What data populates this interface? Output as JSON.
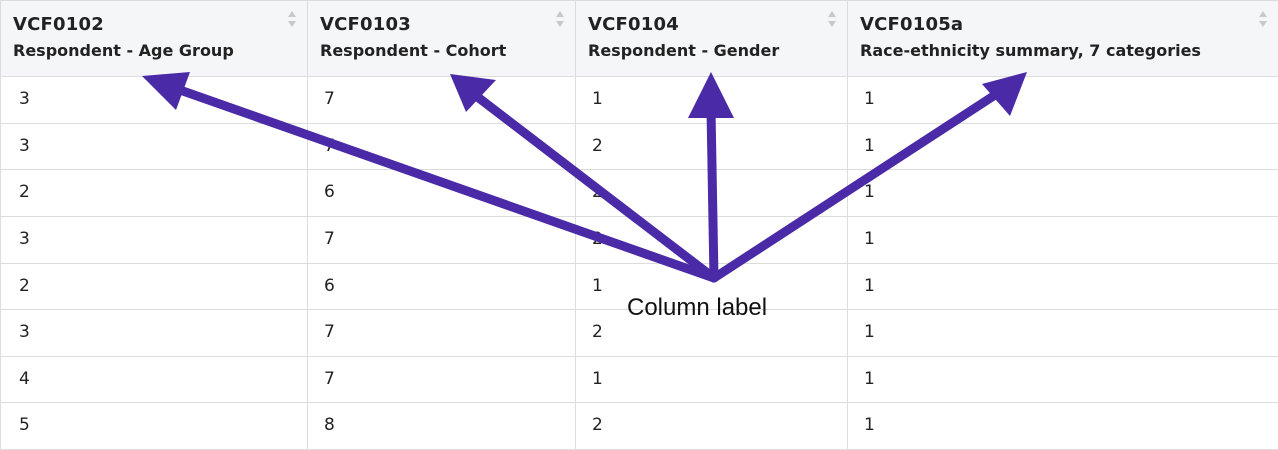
{
  "table": {
    "columns": [
      {
        "code": "VCF0102",
        "label": "Respondent - Age Group"
      },
      {
        "code": "VCF0103",
        "label": "Respondent - Cohort"
      },
      {
        "code": "VCF0104",
        "label": "Respondent - Gender"
      },
      {
        "code": "VCF0105a",
        "label": "Race-ethnicity summary, 7 categories"
      }
    ],
    "rows": [
      [
        "3",
        "7",
        "1",
        "1"
      ],
      [
        "3",
        "7",
        "2",
        "1"
      ],
      [
        "2",
        "6",
        "2",
        "1"
      ],
      [
        "3",
        "7",
        "2",
        "1"
      ],
      [
        "2",
        "6",
        "1",
        "1"
      ],
      [
        "3",
        "7",
        "2",
        "1"
      ],
      [
        "4",
        "7",
        "1",
        "1"
      ],
      [
        "5",
        "8",
        "2",
        "1"
      ]
    ]
  },
  "annotation": {
    "text": "Column label",
    "arrow_color": "#4a2aa6"
  }
}
